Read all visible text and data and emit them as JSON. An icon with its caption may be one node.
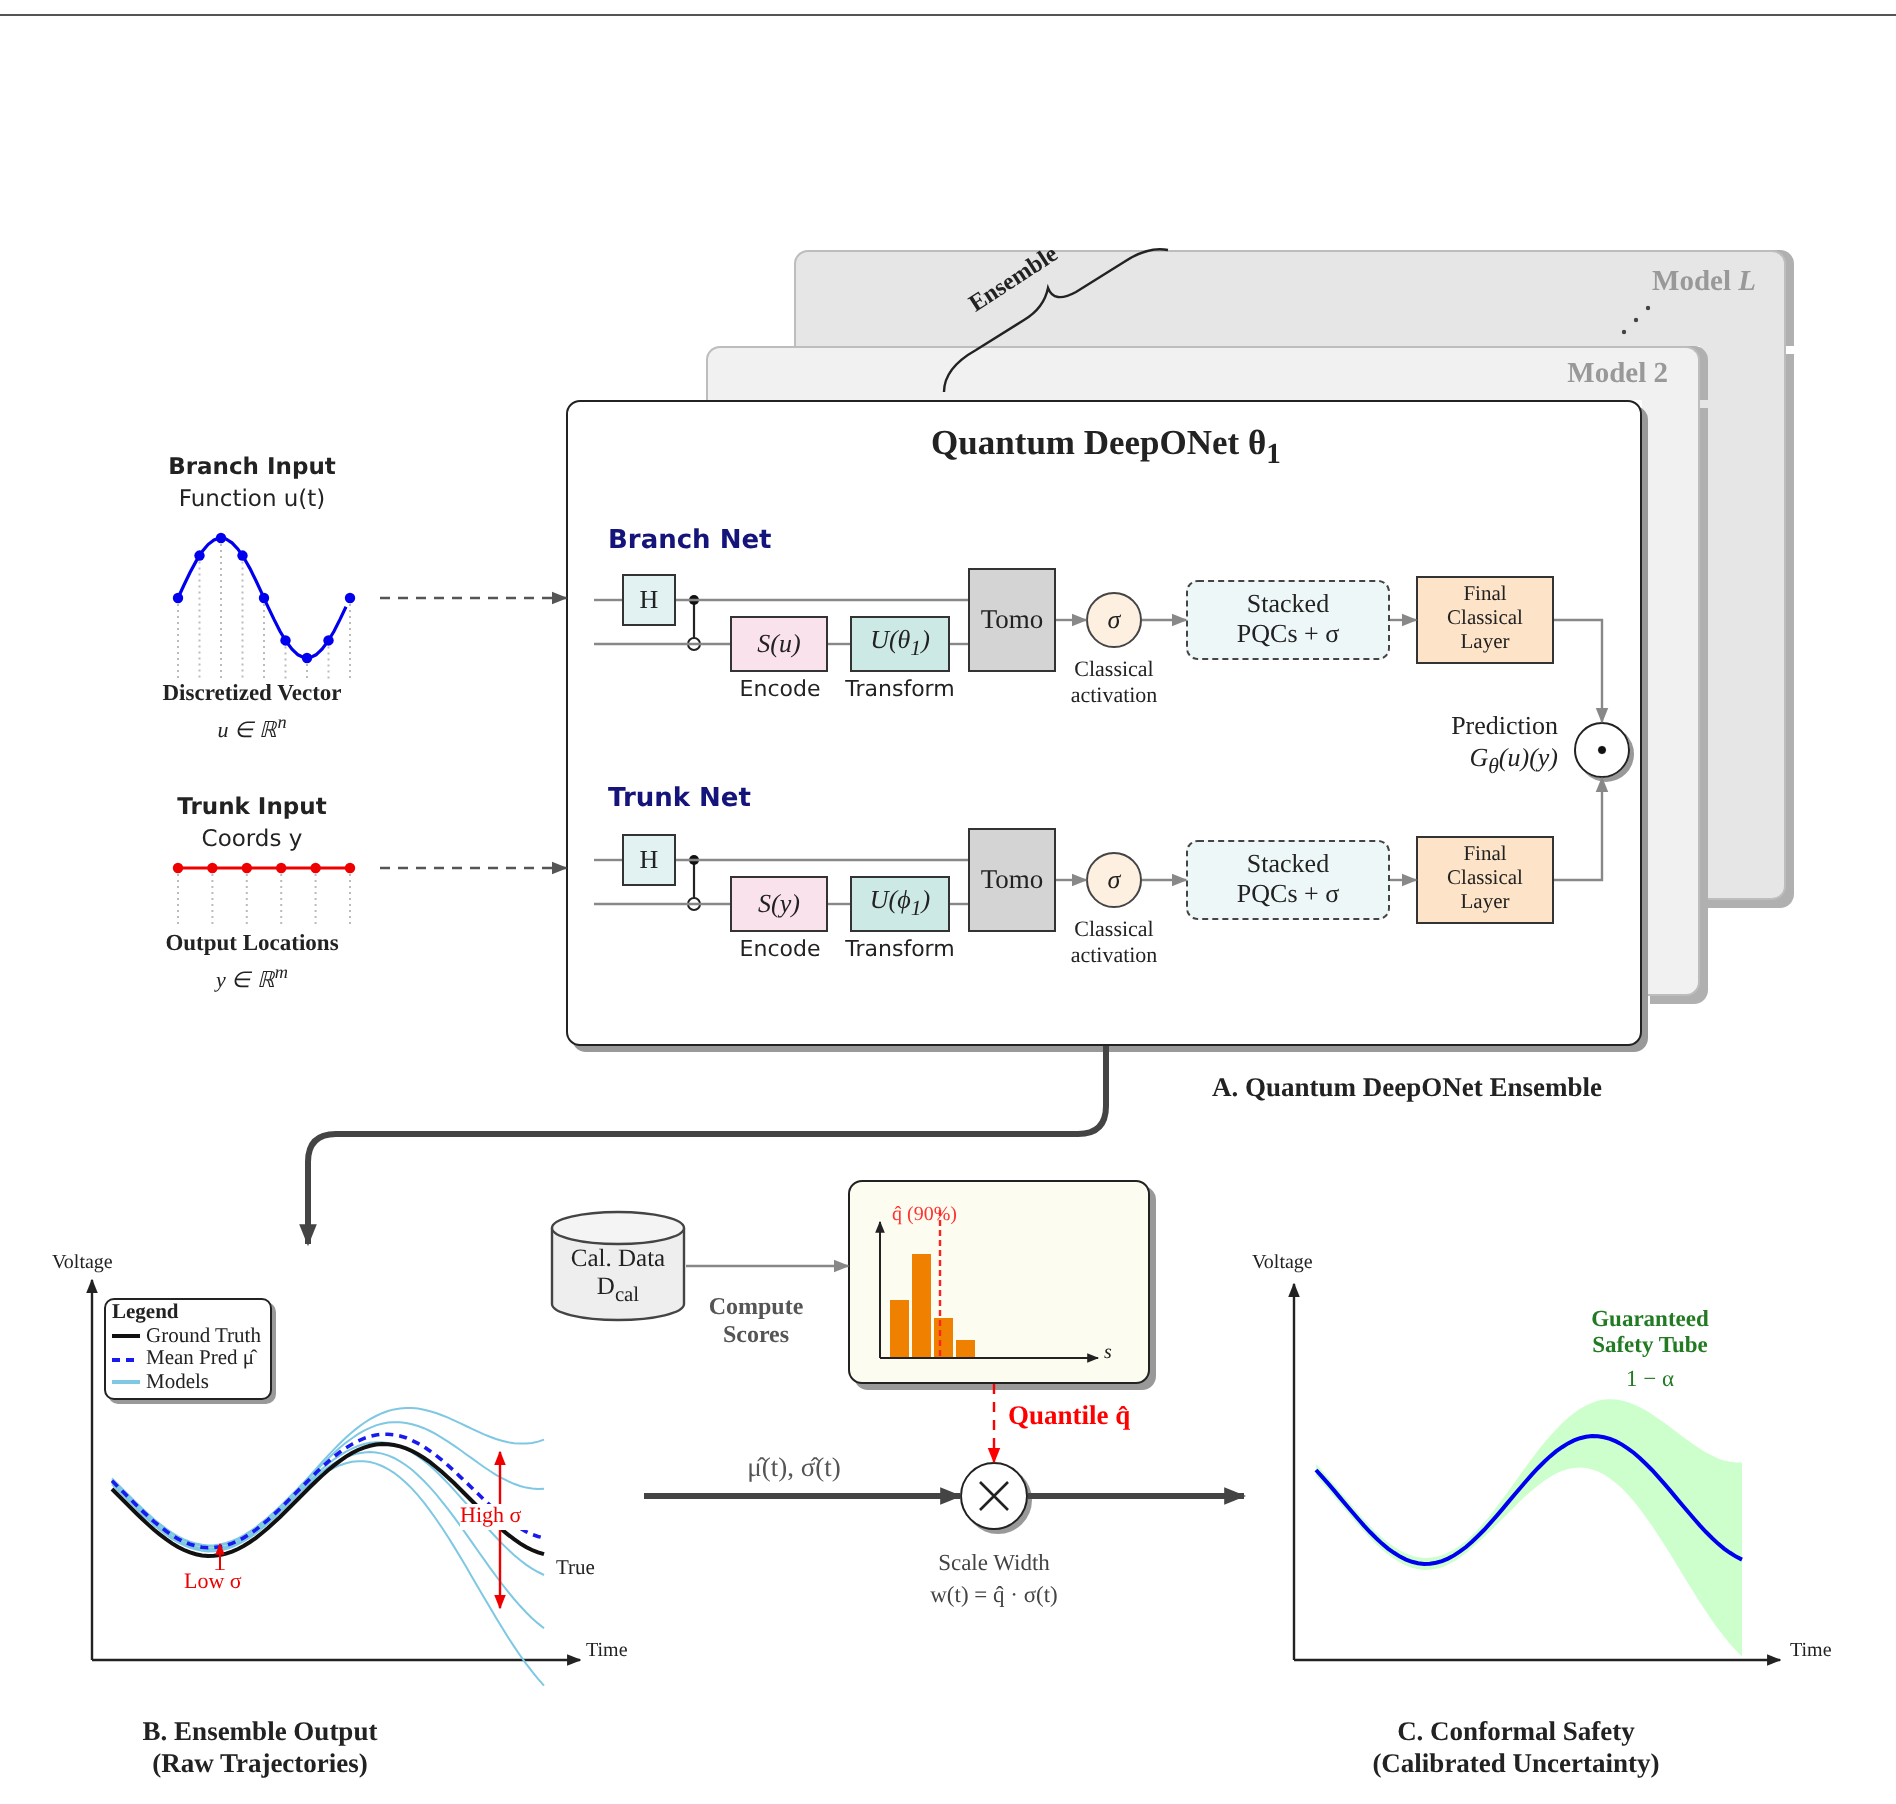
{
  "diagram": {
    "nodes": [
      {
        "text": [
          "Model *L*"
        ]
      },
      {
        "text": [
          "Model 2"
        ]
      },
      {
        "text": [
          "Quantum DeepONet θ$_{1}$"
        ]
      },
      {
        "text": [
          "Branch Input",
          "Function u(t)",
          "Discretized Vector",
          "u ∈ ℝ$^{n}$"
        ]
      },
      {
        "text": [
          "Trunk Input",
          "Coords y",
          "Output Locations",
          "y ∈ ℝ$^{m}$"
        ]
      },
      {
        "text": [
          "H"
        ],
        "in": 2
      },
      {
        "text": [
          "S(u)"
        ],
        "in": 2,
        "beside": [
          "Encode"
        ]
      },
      {
        "text": [
          "U(θ$_{1}$)"
        ],
        "in": 2,
        "beside": [
          "Transform"
        ]
      },
      {
        "text": [
          "Tomo"
        ],
        "in": 2
      },
      {
        "text": [
          "σ"
        ],
        "in": 2,
        "beside": [
          "Classical activation"
        ]
      },
      {
        "text": [
          "Stacked PQCs + σ"
        ],
        "in": 2
      },
      {
        "text": [
          "Final Classical Layer"
        ],
        "in": 2
      },
      {
        "text": [
          "H"
        ],
        "in": 2
      },
      {
        "text": [
          "S(y)"
        ],
        "in": 2,
        "beside": [
          "Encode"
        ]
      },
      {
        "text": [
          "U(ϕ$_{1}$)"
        ],
        "in": 2,
        "beside": [
          "Transform"
        ]
      },
      {
        "text": [
          "Tomo"
        ],
        "in": 2
      },
      {
        "text": [
          "σ"
        ],
        "in": 2,
        "beside": [
          "Classical activation"
        ]
      },
      {
        "text": [
          "Stacked PQCs + σ"
        ],
        "in": 2
      },
      {
        "text": [
          "Final Classical Layer"
        ],
        "in": 2
      },
      {
        "text": [],
        "shape": "circle",
        "in": 2,
        "beside": [
          "Prediction",
          "G$_{θ}$(u)(y)"
        ]
      },
      {
        "text": [
          "Voltage",
          "Low σ",
          "High σ",
          "True",
          "Time"
        ],
        "beside": [
          "B. Ensemble Output (Raw Trajectories)"
        ]
      },
      {
        "text": [
          "Cal. Data D$_{cal}$"
        ]
      },
      {
        "text": [
          "q̂ (90%)",
          "s"
        ]
      },
      {
        "text": [],
        "shape": "circle",
        "beside": [
          "Scale Width",
          "w(t) = q̂ · σ(t)"
        ]
      },
      {
        "text": [
          "Voltage",
          "Guaranteed Safety Tube",
          "1 − α",
          "Time"
        ],
        "beside": [
          "C. Conformal Safety (Calibrated Uncertainty)"
        ]
      }
    ],
    "edges": [
      {
        "from": 3,
        "to": 2,
        "arrow": "to",
        "style": "dashed"
      },
      {
        "from": 4,
        "to": 2,
        "arrow": "to",
        "style": "dashed"
      },
      {
        "from": null,
        "to": 5,
        "arrow": "none"
      },
      {
        "from": null,
        "to": 6,
        "arrow": "none"
      },
      {
        "from": 5,
        "to": 8,
        "arrow": "none"
      },
      {
        "from": 6,
        "to": 7,
        "arrow": "none"
      },
      {
        "from": 7,
        "to": 8,
        "arrow": "none"
      },
      {
        "from": 8,
        "to": 9,
        "arrow": "to"
      },
      {
        "from": 9,
        "to": 10,
        "arrow": "to"
      },
      {
        "from": 10,
        "to": 11,
        "arrow": "to"
      },
      {
        "from": 11,
        "to": 19,
        "arrow": "to"
      },
      {
        "from": null,
        "to": 12,
        "arrow": "none"
      },
      {
        "from": null,
        "to": 13,
        "arrow": "none"
      },
      {
        "from": 12,
        "to": 15,
        "arrow": "none"
      },
      {
        "from": 13,
        "to": 14,
        "arrow": "none"
      },
      {
        "from": 14,
        "to": 15,
        "arrow": "none"
      },
      {
        "from": 15,
        "to": 16,
        "arrow": "to"
      },
      {
        "from": 16,
        "to": 17,
        "arrow": "to"
      },
      {
        "from": 17,
        "to": 18,
        "arrow": "to"
      },
      {
        "from": 18,
        "to": 19,
        "arrow": "to"
      },
      {
        "from": 2,
        "to": 20,
        "arrow": "to",
        "style": "thick"
      },
      {
        "from": 21,
        "to": 22,
        "arrow": "to",
        "label": "Compute Scores"
      },
      {
        "from": 22,
        "to": 23,
        "arrow": "to",
        "style": "dashed",
        "color": "#ff0000",
        "label": "Quantile q̂"
      },
      {
        "from": 20,
        "to": 23,
        "arrow": "to",
        "style": "thick",
        "label": "μ̂(t), σ̂(t)"
      },
      {
        "from": 23,
        "to": 24,
        "arrow": "to",
        "style": "thick"
      }
    ],
    "labels": [
      "Ensemble",
      "Branch Net",
      "Trunk Net",
      "A. Quantum DeepONet Ensemble",
      "Legend"
    ],
    "legend": [
      {
        "text": "Ground Truth"
      },
      {
        "text": "Mean Pred μ̂"
      },
      {
        "text": "Models"
      }
    ]
  }
}
